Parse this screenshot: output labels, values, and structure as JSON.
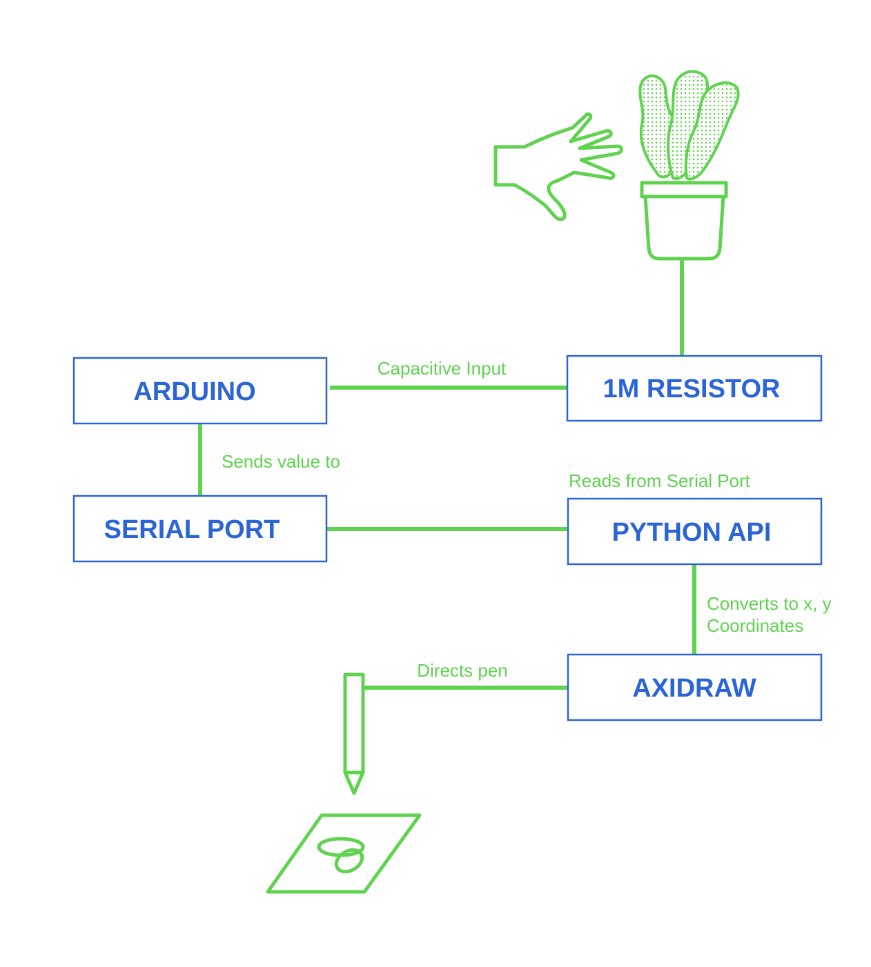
{
  "colors": {
    "box_border": "#2b64d6",
    "box_text": "#2b64d6",
    "connector": "#5fd24f",
    "annotation_text": "#5fd24f",
    "background": "#ffffff"
  },
  "nodes": {
    "arduino": "ARDUINO",
    "resistor": "1M RESISTOR",
    "serial_port": "SERIAL PORT",
    "python_api": "PYTHON API",
    "axidraw": "AXIDRAW"
  },
  "edges": {
    "capacitive_input": "Capacitive Input",
    "sends_value": "Sends value to",
    "reads_serial": "Reads from Serial Port",
    "converts_line1": "Converts to x, y",
    "converts_line2": "Coordinates",
    "directs_pen": "Directs pen"
  },
  "icons": [
    "hand-icon",
    "potted-plant-icon",
    "pen-icon",
    "paper-drawing-icon"
  ]
}
